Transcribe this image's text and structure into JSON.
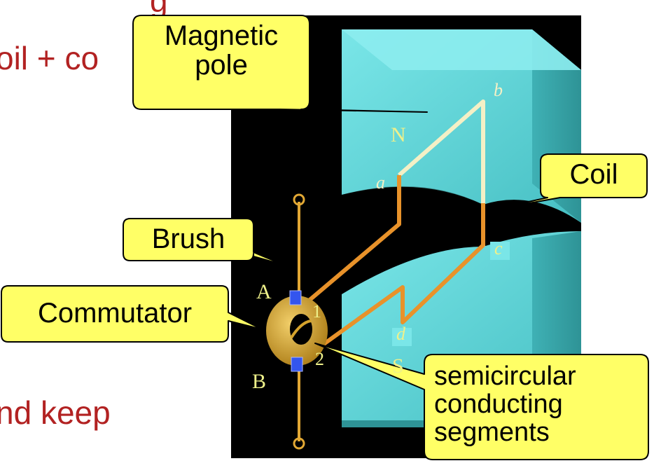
{
  "slide_text": {
    "top_fragment": "oil + co",
    "mid_fragment": "nd keep",
    "top_partial": "g"
  },
  "callouts": {
    "magnetic_pole": "Magnetic\npole",
    "coil": "Coil",
    "brush": "Brush",
    "commutator": "Commutator",
    "segments": "semicircular\nconducting\nsegments"
  },
  "diagram_labels": {
    "north": "N",
    "south": "S",
    "a": "a",
    "b": "b",
    "c": "c",
    "d": "d",
    "brush_a": "A",
    "brush_b": "B",
    "seg_1": "1",
    "seg_2": "2"
  },
  "colors": {
    "text_red": "#b22222",
    "callout_fill": "#ffff66",
    "magnet_cyan": "#5fd3d6",
    "coil_orange": "#e8922a",
    "commutator_gold": "#d4a22c",
    "brush_blue": "#3355ee",
    "background_black": "#000000"
  }
}
